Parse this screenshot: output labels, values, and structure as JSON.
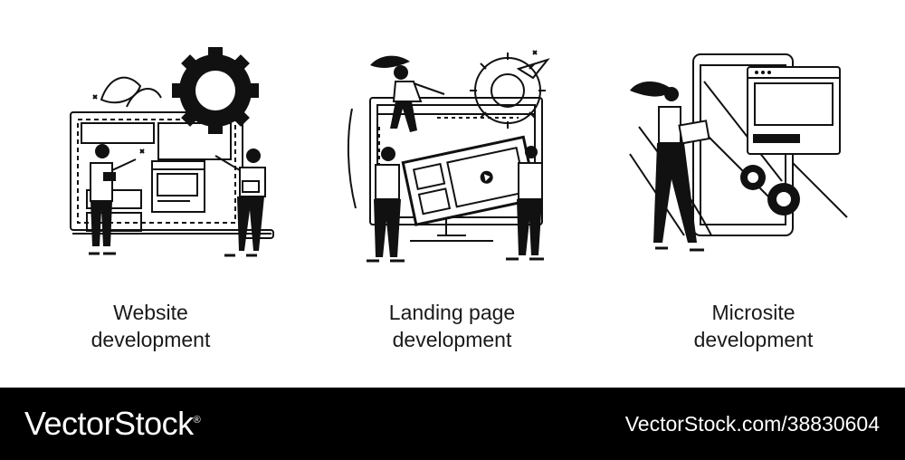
{
  "panels": [
    {
      "caption_line1": "Website",
      "caption_line2": "development"
    },
    {
      "caption_line1": "Landing page",
      "caption_line2": "development"
    },
    {
      "caption_line1": "Microsite",
      "caption_line2": "development"
    }
  ],
  "footer": {
    "brand": "VectorStock",
    "brand_mark": "®",
    "image_id": "VectorStock.com/38830604"
  },
  "colors": {
    "ink": "#111111",
    "background": "#ffffff",
    "footer": "#000000"
  }
}
